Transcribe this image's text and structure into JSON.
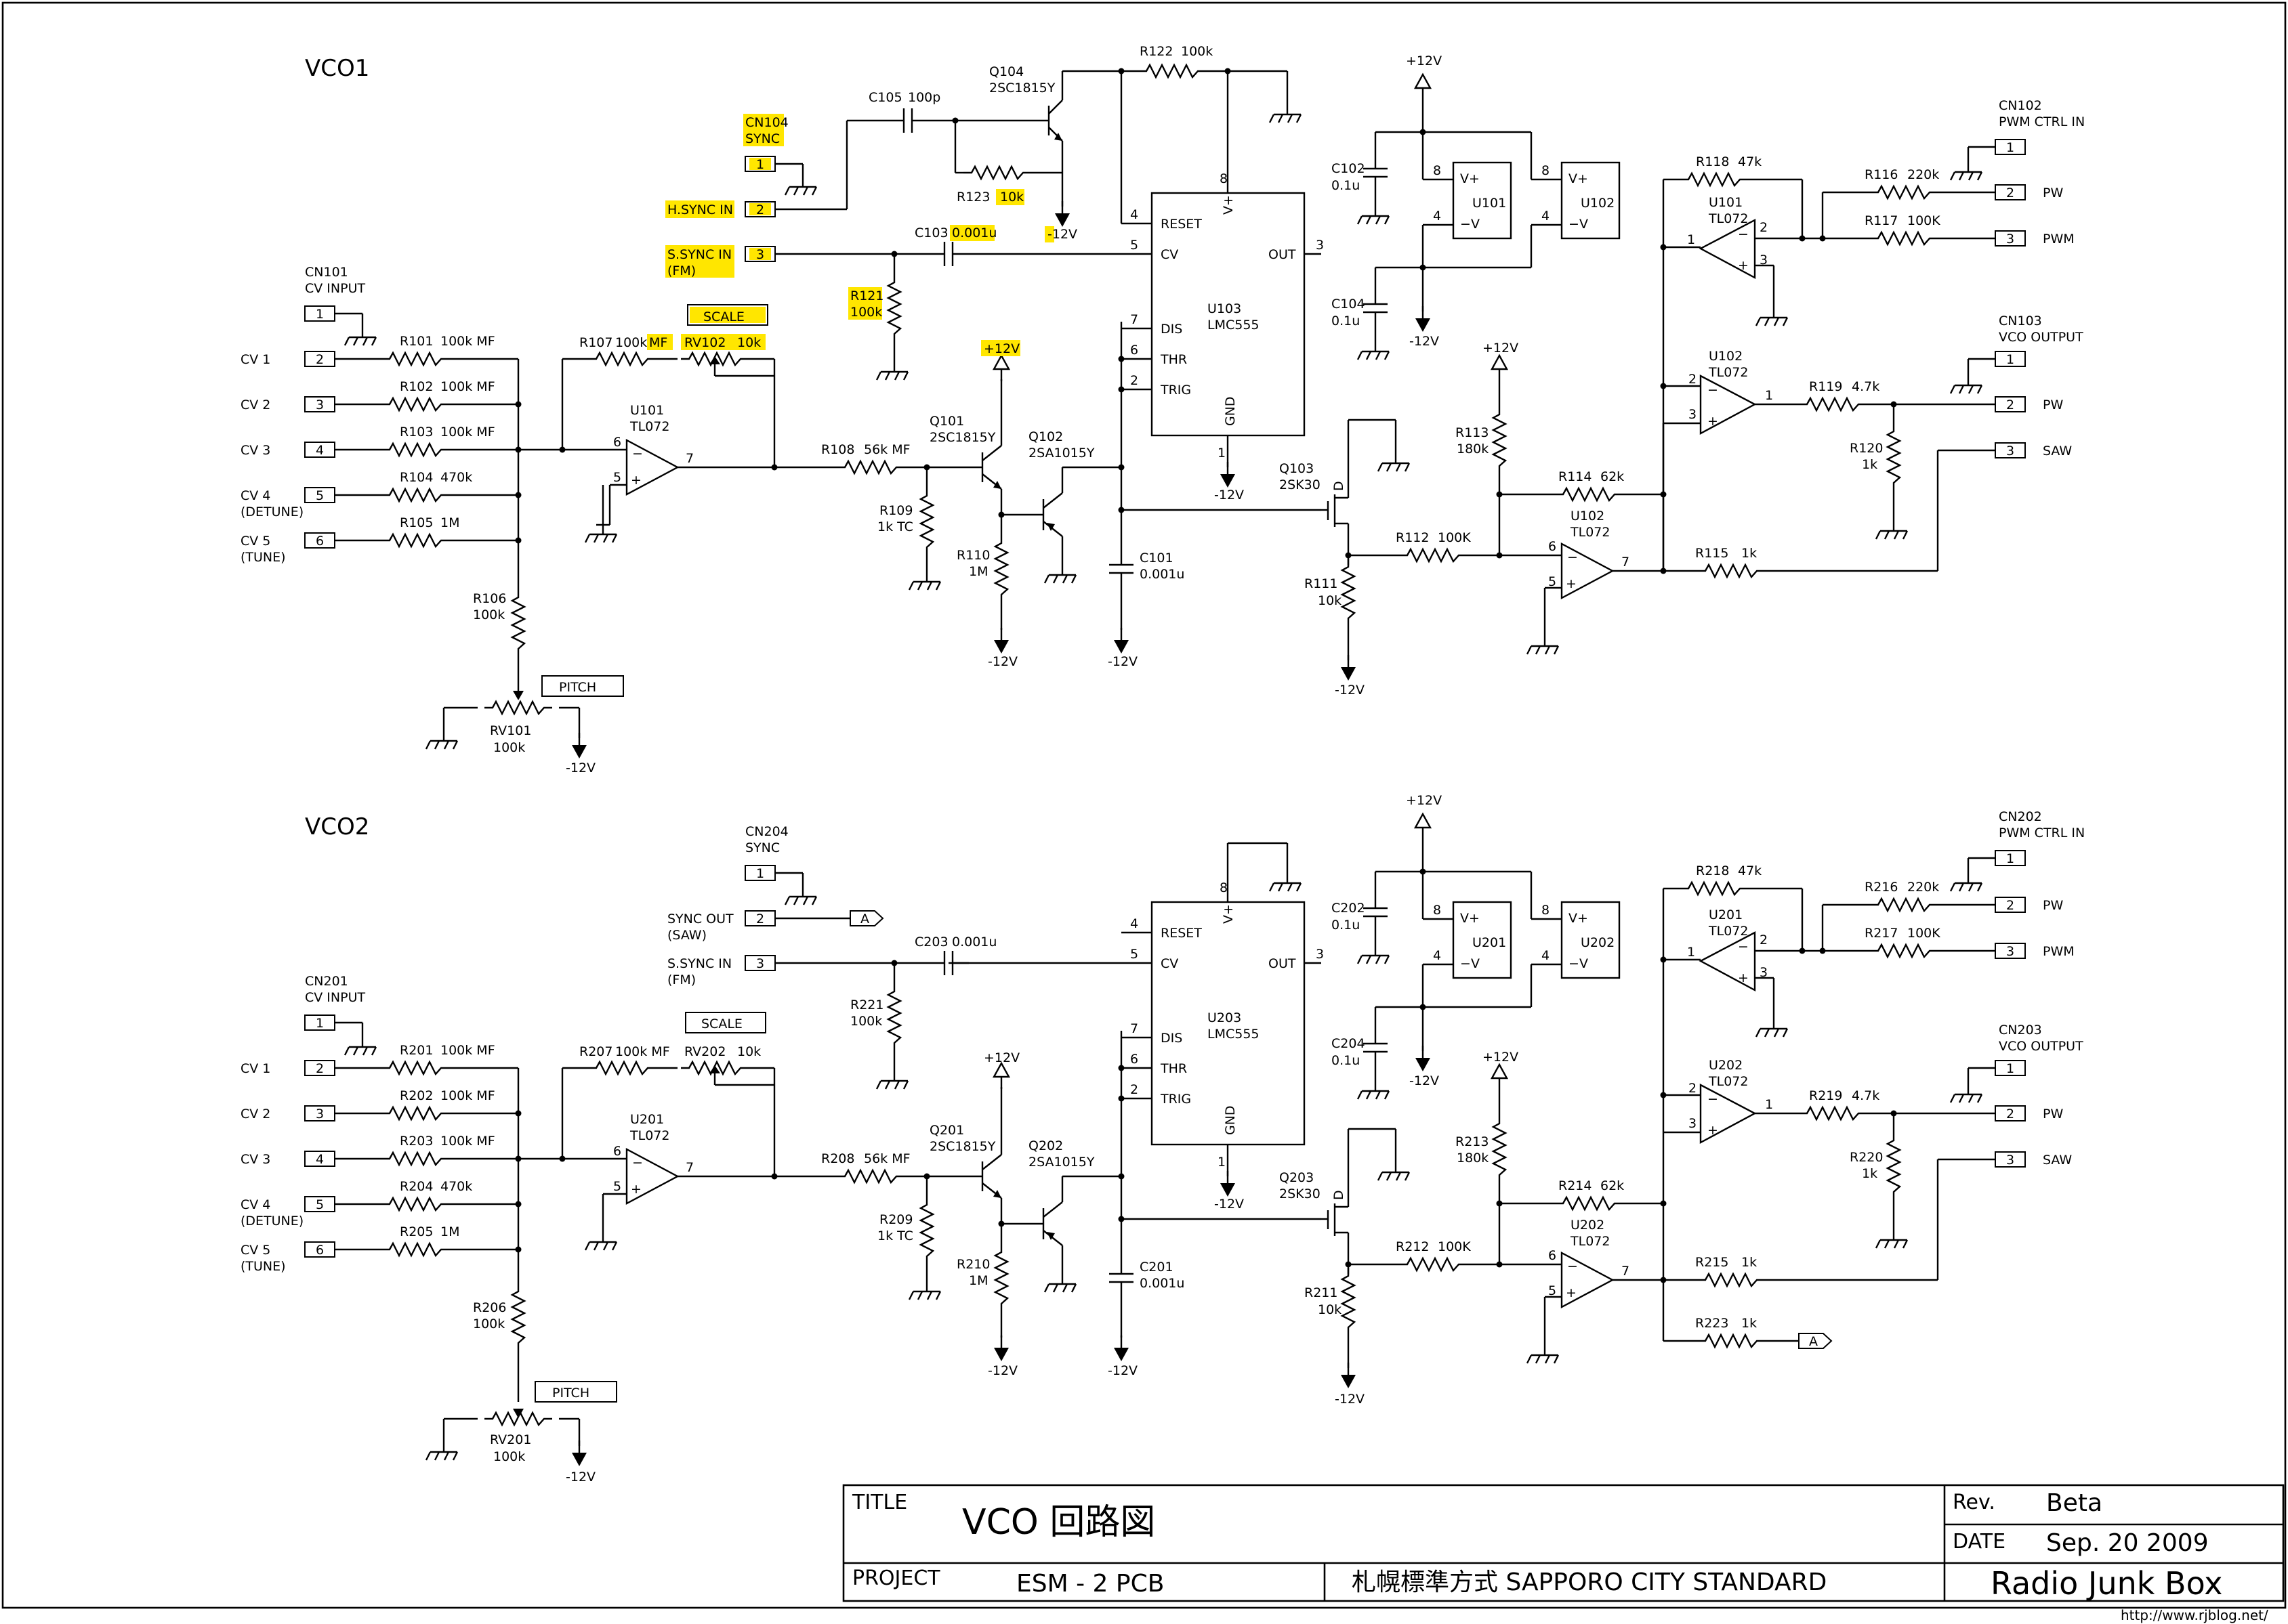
{
  "sections": {
    "vco1": "VCO1",
    "vco2": "VCO2"
  },
  "vco1": {
    "cn101": {
      "ref": "CN101",
      "desc": "CV INPUT",
      "pins": [
        "1",
        "2",
        "3",
        "4",
        "5",
        "6"
      ]
    },
    "inputs": [
      "CV 1",
      "CV 2",
      "CV 3",
      "CV 4",
      "(DETUNE)",
      "CV 5",
      "(TUNE)"
    ],
    "r101": "R101",
    "r101v": "100k MF",
    "r102": "R102",
    "r102v": "100k MF",
    "r103": "R103",
    "r103v": "100k MF",
    "r104": "R104",
    "r104v": "470k",
    "r105": "R105",
    "r105v": "1M",
    "r106": "R106",
    "r106v": "100k",
    "rv101": "RV101",
    "rv101v": "100k",
    "pitch": "PITCH",
    "r107": "R107",
    "r107v": "100k",
    "mf": "MF",
    "rv102": "RV102",
    "rv102v": "10k",
    "scale": "SCALE",
    "u101a": "U101",
    "u101a_t": "TL072",
    "r108": "R108",
    "r108v": "56k MF",
    "r109": "R109",
    "r109v": "1k TC",
    "q101": "Q101",
    "q101t": "2SC1815Y",
    "q102": "Q102",
    "q102t": "2SA1015Y",
    "r110": "R110",
    "r110v": "1M",
    "c101": "C101",
    "c101v": "0.001u",
    "cn104": "CN104",
    "cn104d": "SYNC",
    "hsync": "H.SYNC IN",
    "ssync": "S.SYNC IN",
    "fm": "(FM)",
    "c105": "C105",
    "c105v": "100p",
    "q104": "Q104",
    "q104t": "2SC1815Y",
    "r122": "R122",
    "r122v": "100k",
    "r123": "R123",
    "r123v": "10k",
    "c103": "C103",
    "c103v": "0.001u",
    "r121": "R121",
    "r121v": "100k",
    "u103": "U103",
    "u103t": "LMC555",
    "pins555": {
      "reset": "RESET",
      "cv": "CV",
      "dis": "DIS",
      "thr": "THR",
      "trig": "TRIG",
      "out": "OUT",
      "vplus": "V+",
      "gnd": "GND"
    },
    "c102": "C102",
    "c102v": "0.1u",
    "c104": "C104",
    "c104v": "0.1u",
    "u101p": "U101",
    "u102p": "U102",
    "q103": "Q103",
    "q103t": "2SK30",
    "r111": "R111",
    "r111v": "10k",
    "r112": "R112",
    "r112v": "100K",
    "r113": "R113",
    "r113v": "180k",
    "r114": "R114",
    "r114v": "62k",
    "u102c": "U102",
    "u102c_t": "TL072",
    "r115": "R115",
    "r115v": "1k",
    "r118": "R118",
    "r118v": "47k",
    "u101b": "U101",
    "u101b_t": "TL072",
    "r116": "R116",
    "r116v": "220k",
    "r117": "R117",
    "r117v": "100K",
    "cn102": "CN102",
    "cn102d": "PWM CTRL IN",
    "pw": "PW",
    "pwm": "PWM",
    "u102b": "U102",
    "u102b_t": "TL072",
    "r119": "R119",
    "r119v": "4.7k",
    "r120": "R120",
    "r120v": "1k",
    "cn103": "CN103",
    "cn103d": "VCO OUTPUT",
    "saw": "SAW"
  },
  "vco2": {
    "cn201": {
      "ref": "CN201",
      "desc": "CV INPUT"
    },
    "r201": "R201",
    "r201v": "100k MF",
    "r202": "R202",
    "r202v": "100k MF",
    "r203": "R203",
    "r203v": "100k MF",
    "r204": "R204",
    "r204v": "470k",
    "r205": "R205",
    "r205v": "1M",
    "r206": "R206",
    "r206v": "100k",
    "rv201": "RV201",
    "rv201v": "100k",
    "r207": "R207",
    "r207v": "100k MF",
    "rv202": "RV202",
    "rv202v": "10k",
    "u201a": "U201",
    "u201a_t": "TL072",
    "r208": "R208",
    "r208v": "56k MF",
    "r209": "R209",
    "r209v": "1k TC",
    "q201": "Q201",
    "q201t": "2SC1815Y",
    "q202": "Q202",
    "q202t": "2SA1015Y",
    "r210": "R210",
    "r210v": "1M",
    "c201": "C201",
    "c201v": "0.001u",
    "cn204": "CN204",
    "cn204d": "SYNC",
    "syncout": "SYNC OUT",
    "sawp": "(SAW)",
    "ssync": "S.SYNC IN",
    "fm": "(FM)",
    "c203": "C203",
    "c203v": "0.001u",
    "r221": "R221",
    "r221v": "100k",
    "u203": "U203",
    "u203t": "LMC555",
    "c202": "C202",
    "c202v": "0.1u",
    "c204": "C204",
    "c204v": "0.1u",
    "u201p": "U201",
    "u202p": "U202",
    "q203": "Q203",
    "q203t": "2SK30",
    "r211": "R211",
    "r211v": "10k",
    "r212": "R212",
    "r212v": "100K",
    "r213": "R213",
    "r213v": "180k",
    "r214": "R214",
    "r214v": "62k",
    "u202c": "U202",
    "u202c_t": "TL072",
    "r215": "R215",
    "r215v": "1k",
    "r223": "R223",
    "r223v": "1k",
    "r218": "R218",
    "r218v": "47k",
    "u201b": "U201",
    "u201b_t": "TL072",
    "r216": "R216",
    "r216v": "220k",
    "r217": "R217",
    "r217v": "100K",
    "cn202": "CN202",
    "cn202d": "PWM CTRL IN",
    "u202b": "U202",
    "u202b_t": "TL072",
    "r219": "R219",
    "r219v": "4.7k",
    "r220": "R220",
    "r220v": "1k",
    "cn203": "CN203",
    "cn203d": "VCO OUTPUT"
  },
  "rails": {
    "pos": "+12V",
    "neg": "-12V"
  },
  "offpage": "A",
  "pins": {
    "p1": "1",
    "p2": "2",
    "p3": "3",
    "p4": "4",
    "p5": "5",
    "p6": "6",
    "p7": "7",
    "p8": "8"
  },
  "opamp": {
    "plus": "+",
    "minus": "−",
    "d": "D"
  },
  "titleblock": {
    "title_label": "TITLE",
    "title": "VCO 回路図",
    "rev_label": "Rev.",
    "rev": "Beta",
    "date_label": "DATE",
    "date": "Sep. 20 2009",
    "project_label": "PROJECT",
    "project": "ESM - 2  PCB",
    "standard": "札幌標準方式  SAPPORO CITY STANDARD",
    "company": "Radio Junk Box"
  },
  "url": "http://www.rjblog.net/",
  "highlight_color": "#ffe600"
}
